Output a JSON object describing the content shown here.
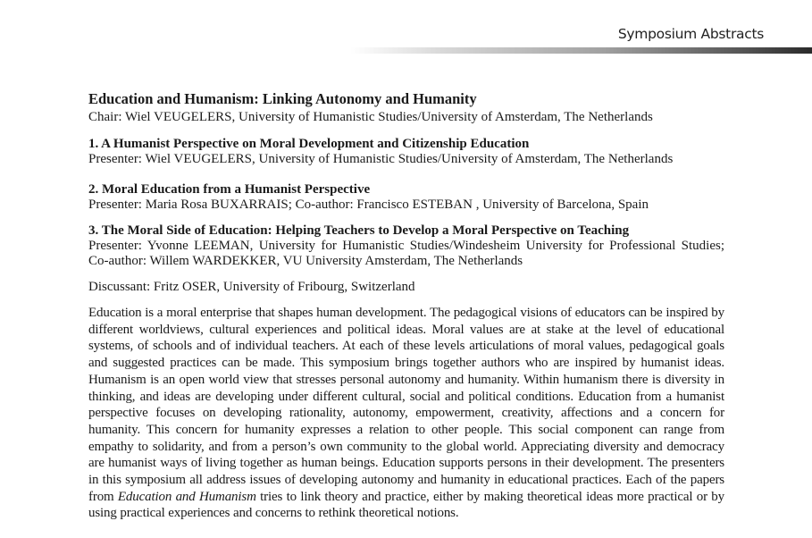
{
  "header": {
    "section": "Symposium Abstracts"
  },
  "symposium": {
    "title": "Education and Humanism: Linking Autonomy and Humanity",
    "chair": "Chair: Wiel VEUGELERS, University of Humanistic Studies/University of Amsterdam, The Netherlands"
  },
  "papers": [
    {
      "title": "1. A Humanist Perspective on Moral Development and Citizenship Education",
      "presenter": "Presenter: Wiel VEUGELERS, University of Humanistic Studies/University of Amsterdam, The Netherlands"
    },
    {
      "title": "2. Moral Education from a Humanist Perspective",
      "presenter": "Presenter: Maria Rosa BUXARRAIS; Co-author: Francisco ESTEBAN , University of Barcelona, Spain"
    },
    {
      "title": "3. The Moral Side of Education: Helping Teachers to Develop a Moral Perspective on Teaching",
      "presenter": "Presenter: Yvonne LEEMAN, University for Humanistic Studies/Windesheim University for Professional Studies; Co-author: Willem WARDEKKER, VU University Amsterdam, The Netherlands"
    }
  ],
  "discussant": "Discussant: Fritz OSER, University of Fribourg, Switzerland",
  "abstract": {
    "before": "Education is a moral enterprise that shapes human development. The pedagogical visions of educators can be inspired by different worldviews, cultural experiences and political ideas. Moral values are at stake at the level of educational systems, of schools and of individual teachers. At each of these levels articulations of moral values, pedagogical goals and suggested practices can be made. This symposium brings together authors who are inspired by humanist ideas. Humanism is an open world view that stresses personal autonomy and humanity. Within humanism there is diversity in thinking, and ideas are developing under different cultural, social and political conditions. Education from a humanist perspective focuses on developing rationality, autonomy, empowerment, creativity, affections and a concern for humanity. This concern for humanity expresses a relation to other people. This social component can range from empathy to solidarity, and from a person’s own community to the global world. Appreciating diversity and democracy are humanist ways of living together as human beings. Education supports persons in their development. The presenters in this symposium all address issues of developing autonomy and humanity in educational practices. Each of the papers from ",
    "italic": "Education and Humanism",
    "after": " tries to link theory and practice, either by making theoretical ideas more practical or by using practical experiences and concerns to rethink theoretical notions."
  }
}
